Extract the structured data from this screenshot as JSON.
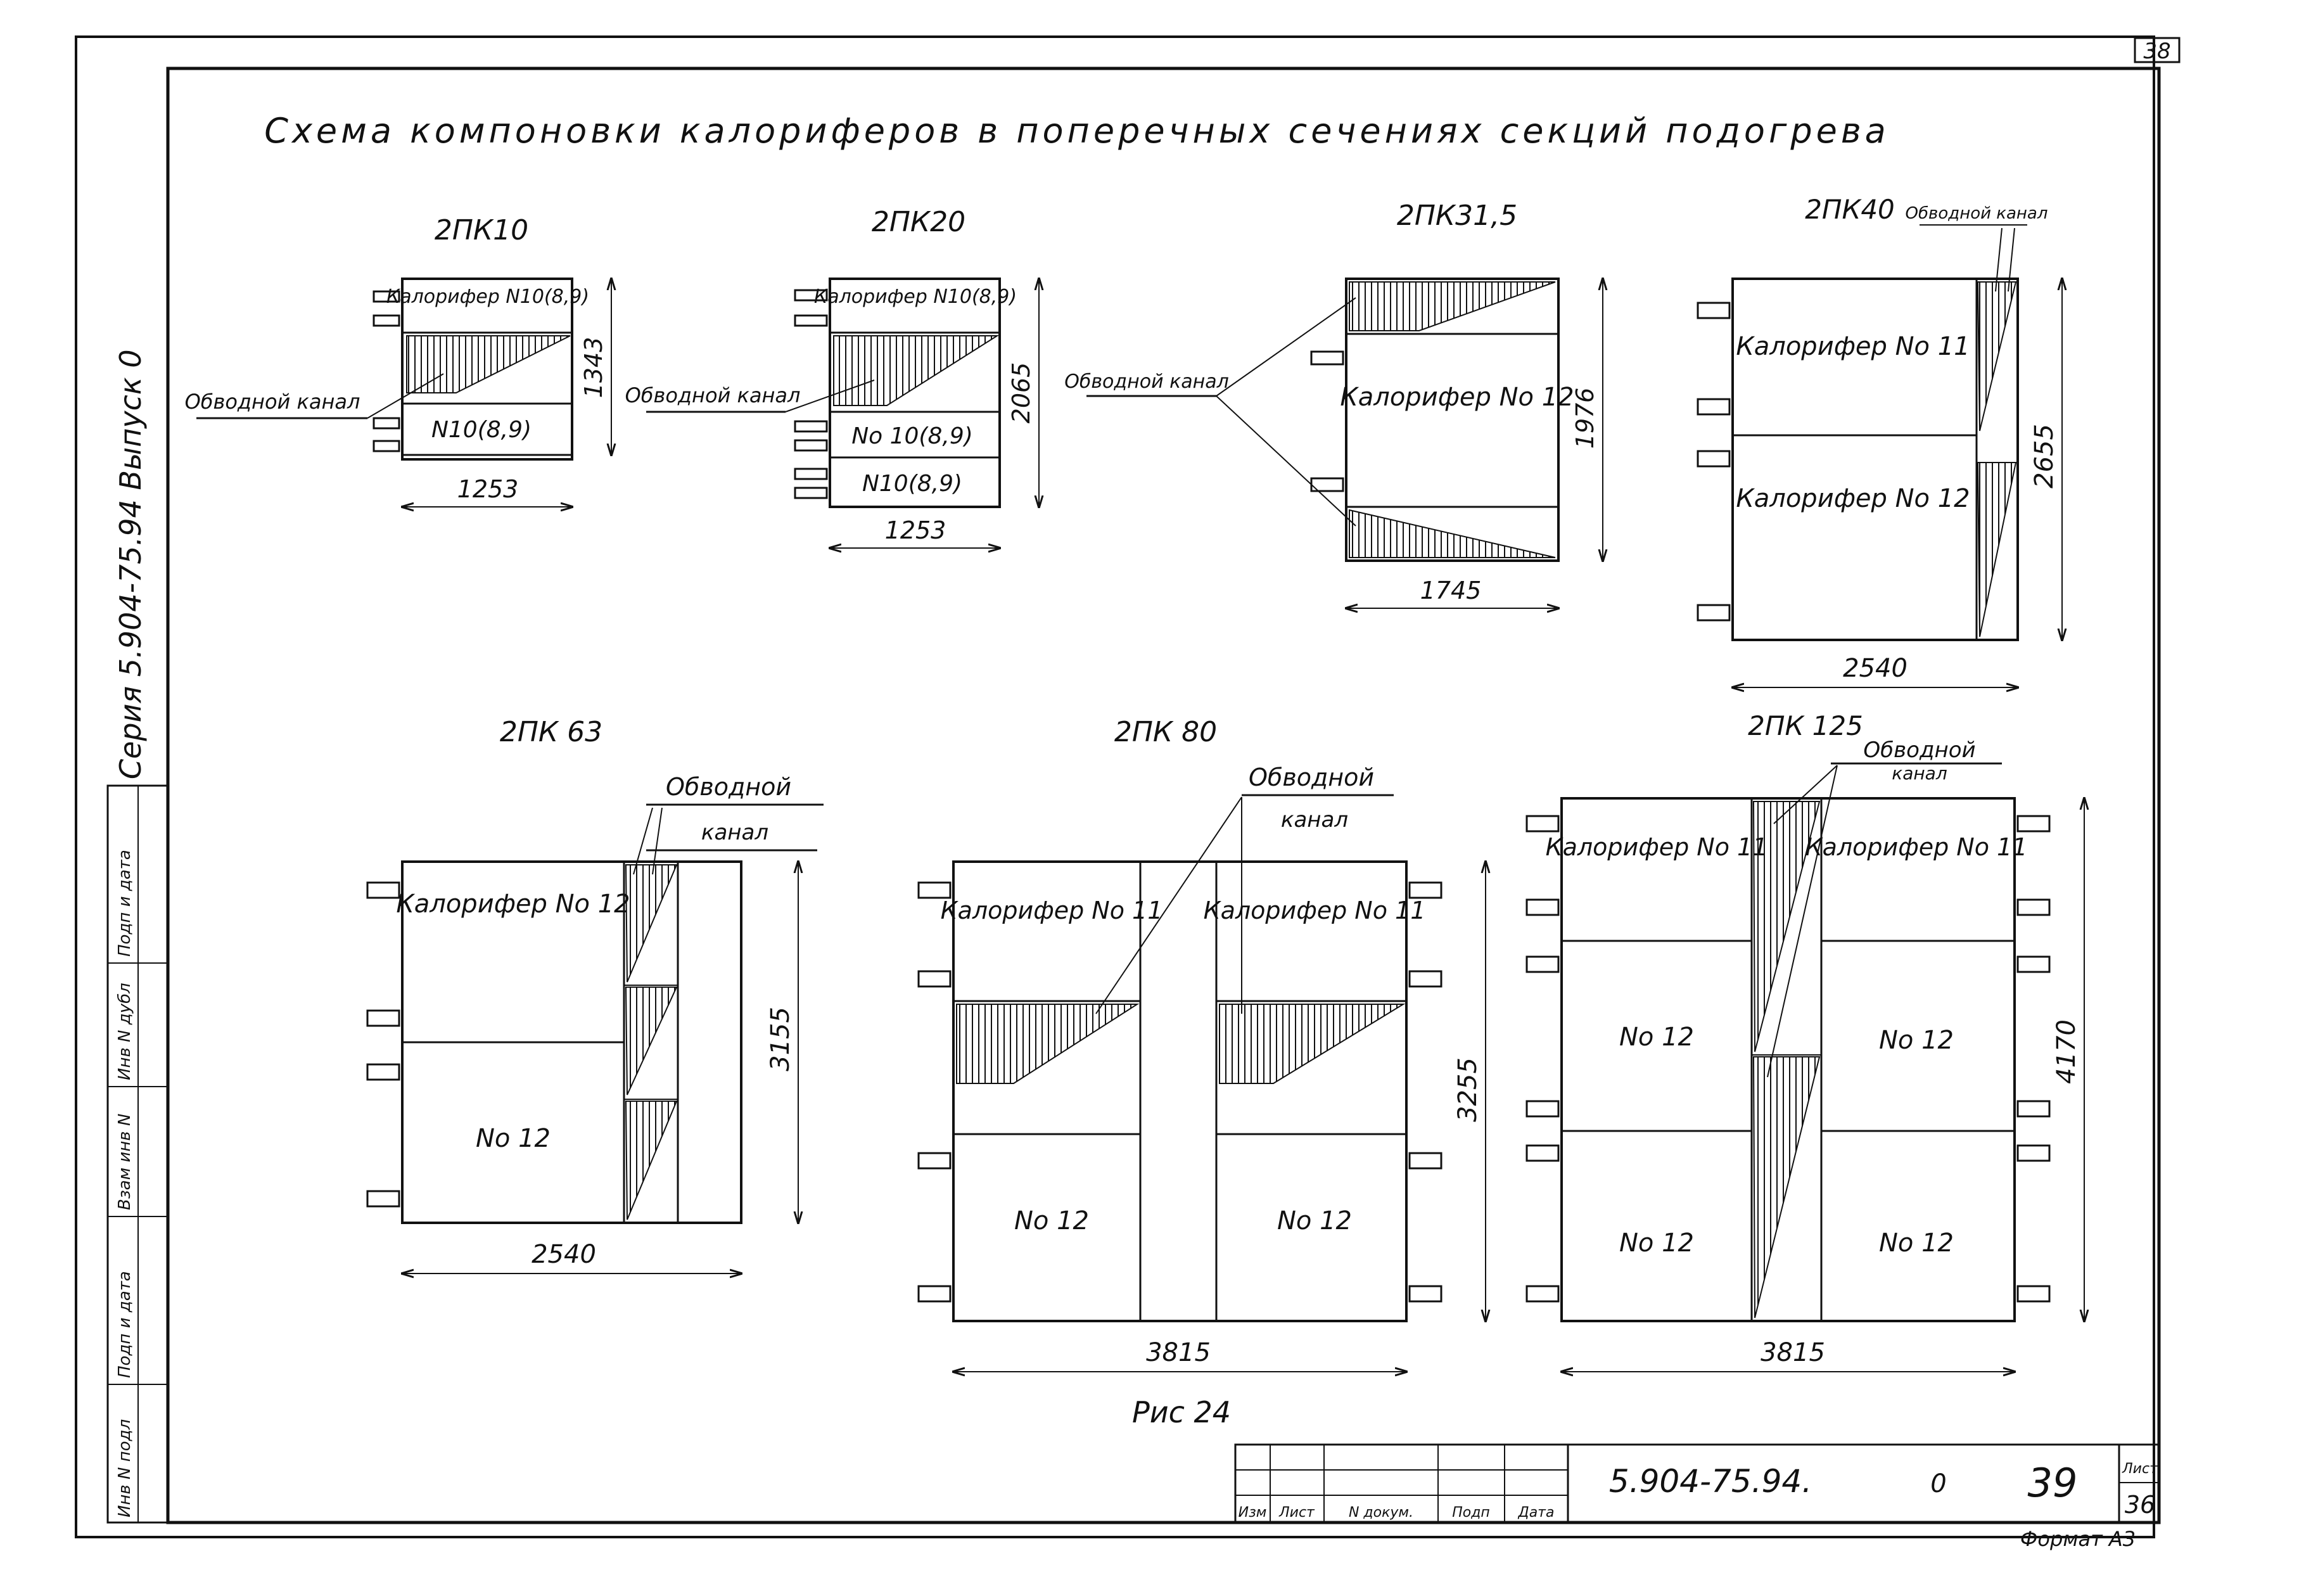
{
  "sheet_corner_number": "38",
  "title": "Схема компоновки калориферов в поперечных сечениях секций подогрева",
  "side_stamp": {
    "series": "Серия 5.904-75.94  Выпуск 0",
    "cells": [
      "Инв N подл",
      "Подп и дата",
      "Взам инв N",
      "Инв N дубл",
      "Подп и дата"
    ]
  },
  "diagrams": {
    "d1": {
      "name": "2ПК10",
      "top_box": "Калорифер N10(8,9)",
      "bottom_box": "N10(8,9)",
      "bypass": "Обводной канал",
      "width": "1253",
      "height": "1343"
    },
    "d2": {
      "name": "2ПК20",
      "top_box": "Калорифер N10(8,9)",
      "box2": "No 10(8,9)",
      "box3": "N10(8,9)",
      "bypass": "Обводной канал",
      "width": "1253",
      "height": "2065"
    },
    "d3": {
      "name": "2ПК31,5",
      "box": "Калорифер No 12",
      "bypass": "Обводной канал",
      "width": "1745",
      "height": "1976"
    },
    "d4": {
      "name": "2ПК40",
      "top_box": "Калорифер No 11",
      "bottom_box": "Калорифер No 12",
      "bypass": "Обводной канал",
      "width": "2540",
      "height": "2655"
    },
    "d5": {
      "name": "2ПК 63",
      "top_box": "Калорифер No 12",
      "bottom_box": "No 12",
      "bypass_1": "Обводной",
      "bypass_2": "канал",
      "width": "2540",
      "height": "3155"
    },
    "d6": {
      "name": "2ПК 80",
      "tl_box": "Калорифер No 11",
      "tr_box": "Калорифер No 11",
      "bl_box": "No 12",
      "br_box": "No 12",
      "bypass_1": "Обводной",
      "bypass_2": "канал",
      "width": "3815",
      "height": "3255"
    },
    "d7": {
      "name": "2ПК 125",
      "tl_box": "Калорифер No 11",
      "tr_box": "Калорифер No 11",
      "ml_box": "No 12",
      "mr_box": "No 12",
      "bl_box": "No 12",
      "br_box": "No 12",
      "bypass_1": "Обводной",
      "bypass_2": "канал",
      "width": "3815",
      "height": "4170"
    }
  },
  "figure_caption": "Рис 24",
  "title_block": {
    "headers": [
      "Изм",
      "Лист",
      "N докум.",
      "Подп",
      "Дата"
    ],
    "designation": "5.904-75.94.",
    "issue": "0",
    "page_handwritten": "39",
    "sheet_label": "Лист",
    "sheet_number": "36",
    "format": "Формат А3"
  }
}
